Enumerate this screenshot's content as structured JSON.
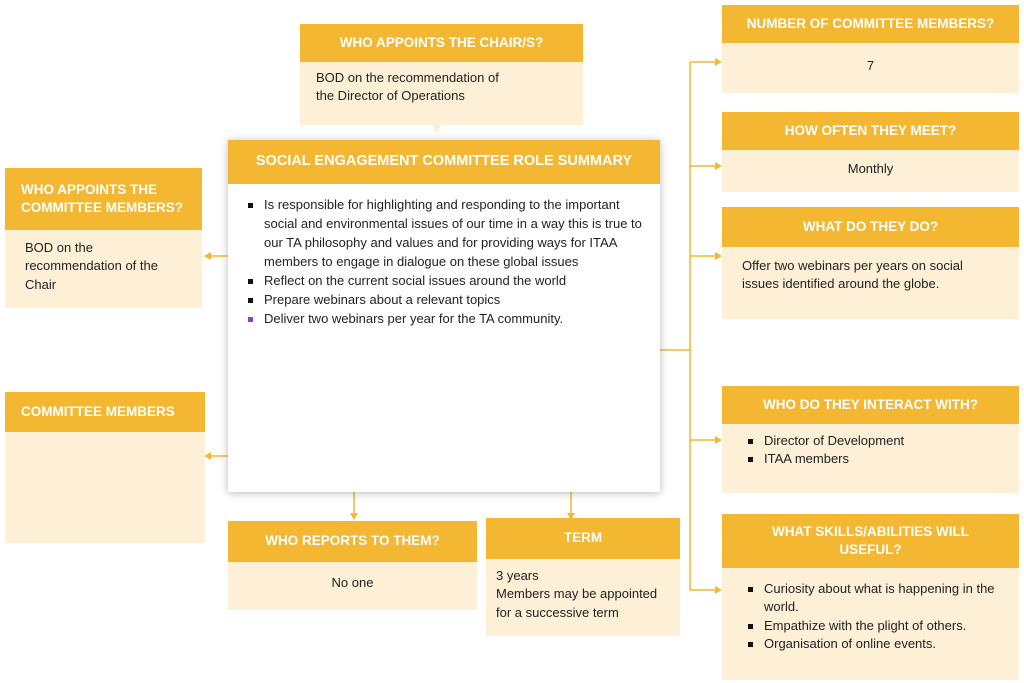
{
  "colors": {
    "header": "#f4b731",
    "body": "#fdf0d7",
    "connector": "#f4b731",
    "bullet_highlight": "#8d3fc5"
  },
  "chair": {
    "title": "WHO APPOINTS THE CHAIR/S?",
    "line1": "BOD on the recommendation of",
    "line2": "the Director of  Operations"
  },
  "summary": {
    "title": "SOCIAL ENGAGEMENT COMMITTEE ROLE SUMMARY",
    "items": [
      "Is responsible for highlighting and responding to the important social and environmental issues of our time in a way this is true to our TA philosophy and values and for providing ways for ITAA members to engage in dialogue on these global issues",
      "Reflect on the current social issues around the world",
      "Prepare webinars about a relevant topics",
      "Deliver two webinars per year for the TA community."
    ]
  },
  "appoint_members": {
    "title_line1": "WHO APPOINTS THE",
    "title_line2": "COMMITTEE MEMBERS?",
    "line1": "BOD on the",
    "line2": "recommendation of the",
    "line3": "Chair"
  },
  "members": {
    "title": "COMMITTEE MEMBERS"
  },
  "reports": {
    "title": "WHO REPORTS TO THEM?",
    "value": "No one"
  },
  "term": {
    "title": "TERM",
    "line1": "3 years",
    "line2": "Members may be appointed",
    "line3": "for a successive term"
  },
  "number": {
    "title": "NUMBER OF COMMITTEE MEMBERS?",
    "value": "7"
  },
  "often": {
    "title": "HOW OFTEN THEY MEET?",
    "value": "Monthly"
  },
  "do": {
    "title": "WHAT DO THEY DO?",
    "line1": "Offer two webinars per years on social",
    "line2": "issues identified around the globe."
  },
  "interact": {
    "title": "WHO DO THEY INTERACT WITH?",
    "items": [
      "Director of Development",
      "ITAA members"
    ]
  },
  "skills": {
    "title_line1": "WHAT SKILLS/ABILITIES WILL",
    "title_line2": "USEFUL?",
    "items": [
      "Curiosity about what is happening in the world.",
      "Empathize with the plight of others.",
      "Organisation of online events."
    ]
  }
}
